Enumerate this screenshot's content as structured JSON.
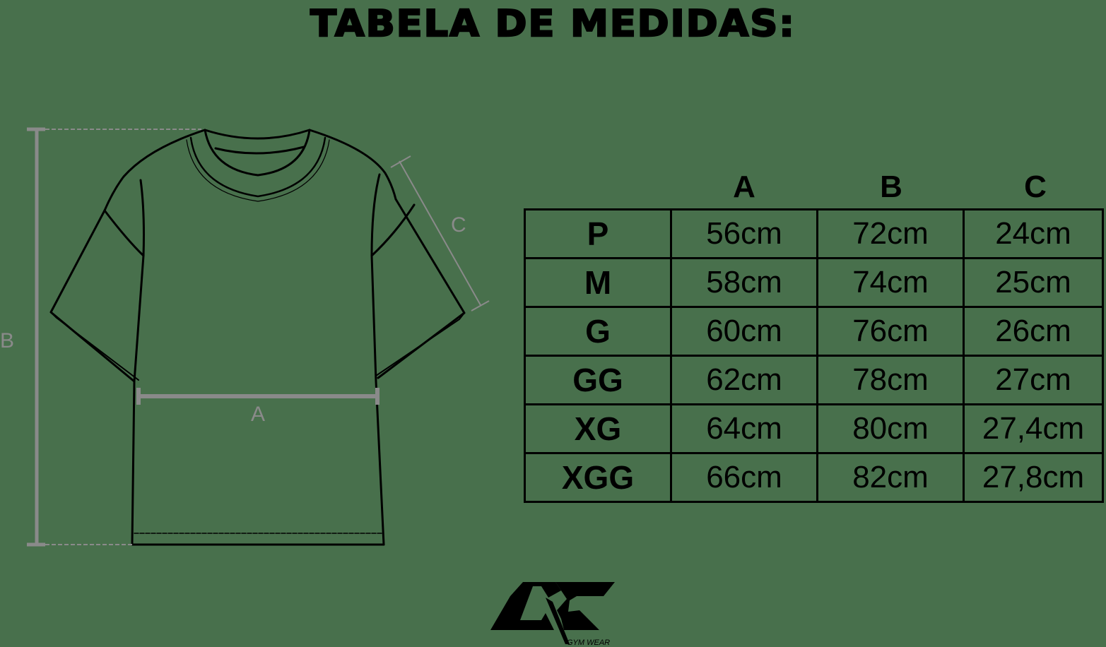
{
  "title": "TABELA DE MEDIDAS:",
  "diagram": {
    "labels": {
      "a": "A",
      "b": "B",
      "c": "C"
    },
    "colors": {
      "outline": "#000000",
      "guide": "#8a8a8a",
      "background": "#48704c"
    }
  },
  "table": {
    "headers": [
      "A",
      "B",
      "C"
    ],
    "rows": [
      {
        "size": "P",
        "a": "56cm",
        "b": "72cm",
        "c": "24cm"
      },
      {
        "size": "M",
        "a": "58cm",
        "b": "74cm",
        "c": "25cm"
      },
      {
        "size": "G",
        "a": "60cm",
        "b": "76cm",
        "c": "26cm"
      },
      {
        "size": "GG",
        "a": "62cm",
        "b": "78cm",
        "c": "27cm"
      },
      {
        "size": "XG",
        "a": "64cm",
        "b": "80cm",
        "c": "27,4cm"
      },
      {
        "size": "XGG",
        "a": "66cm",
        "b": "82cm",
        "c": "27,8cm"
      }
    ]
  },
  "brand": {
    "tagline": "GYM WEAR"
  }
}
